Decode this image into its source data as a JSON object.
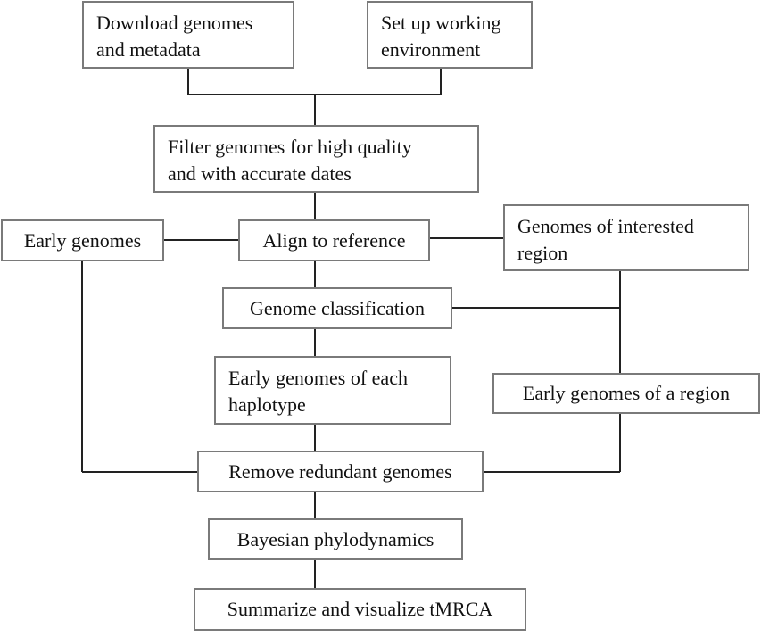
{
  "flowchart": {
    "download": {
      "line1": "Download genomes",
      "line2": "and metadata"
    },
    "setup": {
      "line1": "Set up working",
      "line2": "environment"
    },
    "filter": {
      "line1": "Filter genomes for high quality",
      "line2": "and with accurate dates"
    },
    "early_genomes": "Early genomes",
    "align": "Align to reference",
    "interested_region": {
      "line1": "Genomes of interested",
      "line2": "region"
    },
    "classification": "Genome classification",
    "early_each_haplotype": {
      "line1": "Early genomes of each",
      "line2": "haplotype"
    },
    "early_region": "Early genomes of a region",
    "remove_redundant": "Remove redundant genomes",
    "bayesian": "Bayesian phylodynamics",
    "summarize": "Summarize and visualize tMRCA"
  }
}
